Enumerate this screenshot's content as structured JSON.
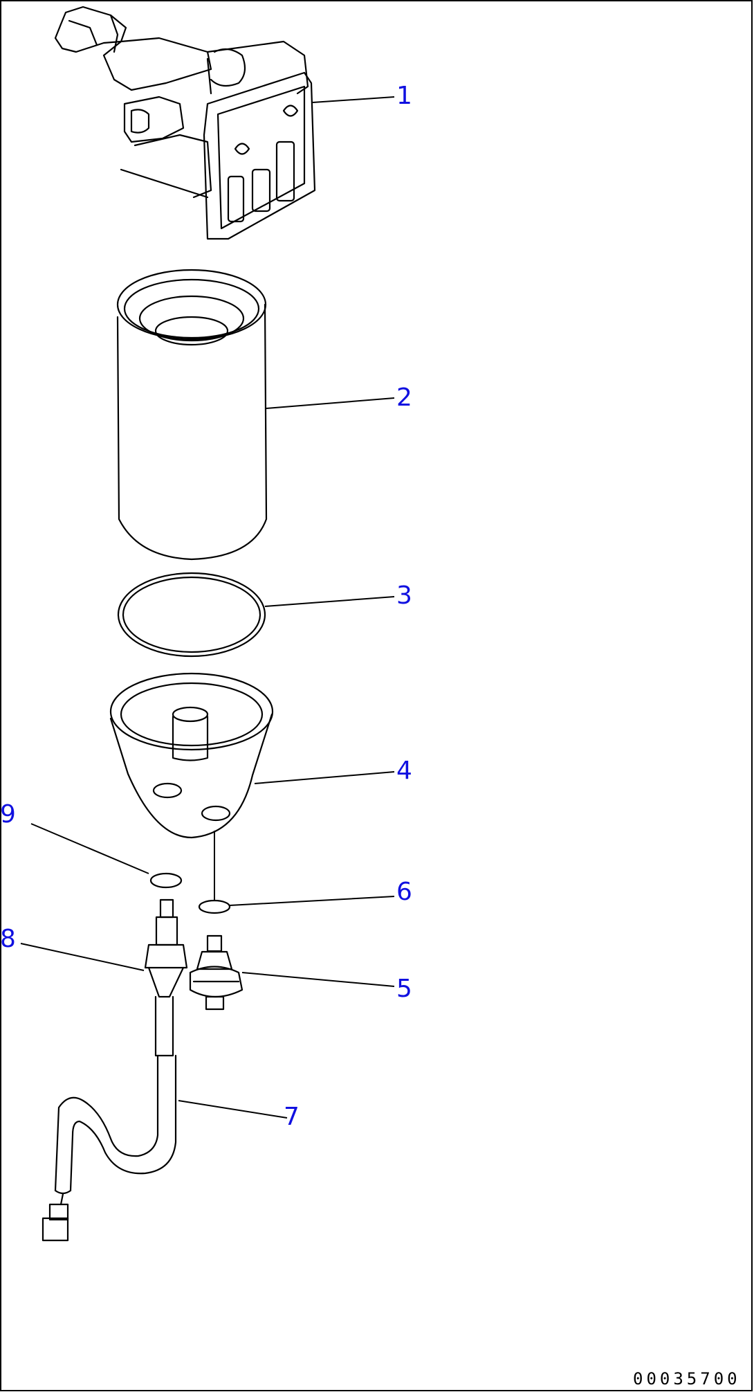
{
  "callouts": [
    "1",
    "2",
    "3",
    "4",
    "5",
    "6",
    "7",
    "8",
    "9"
  ],
  "drawing_id": "00035700"
}
